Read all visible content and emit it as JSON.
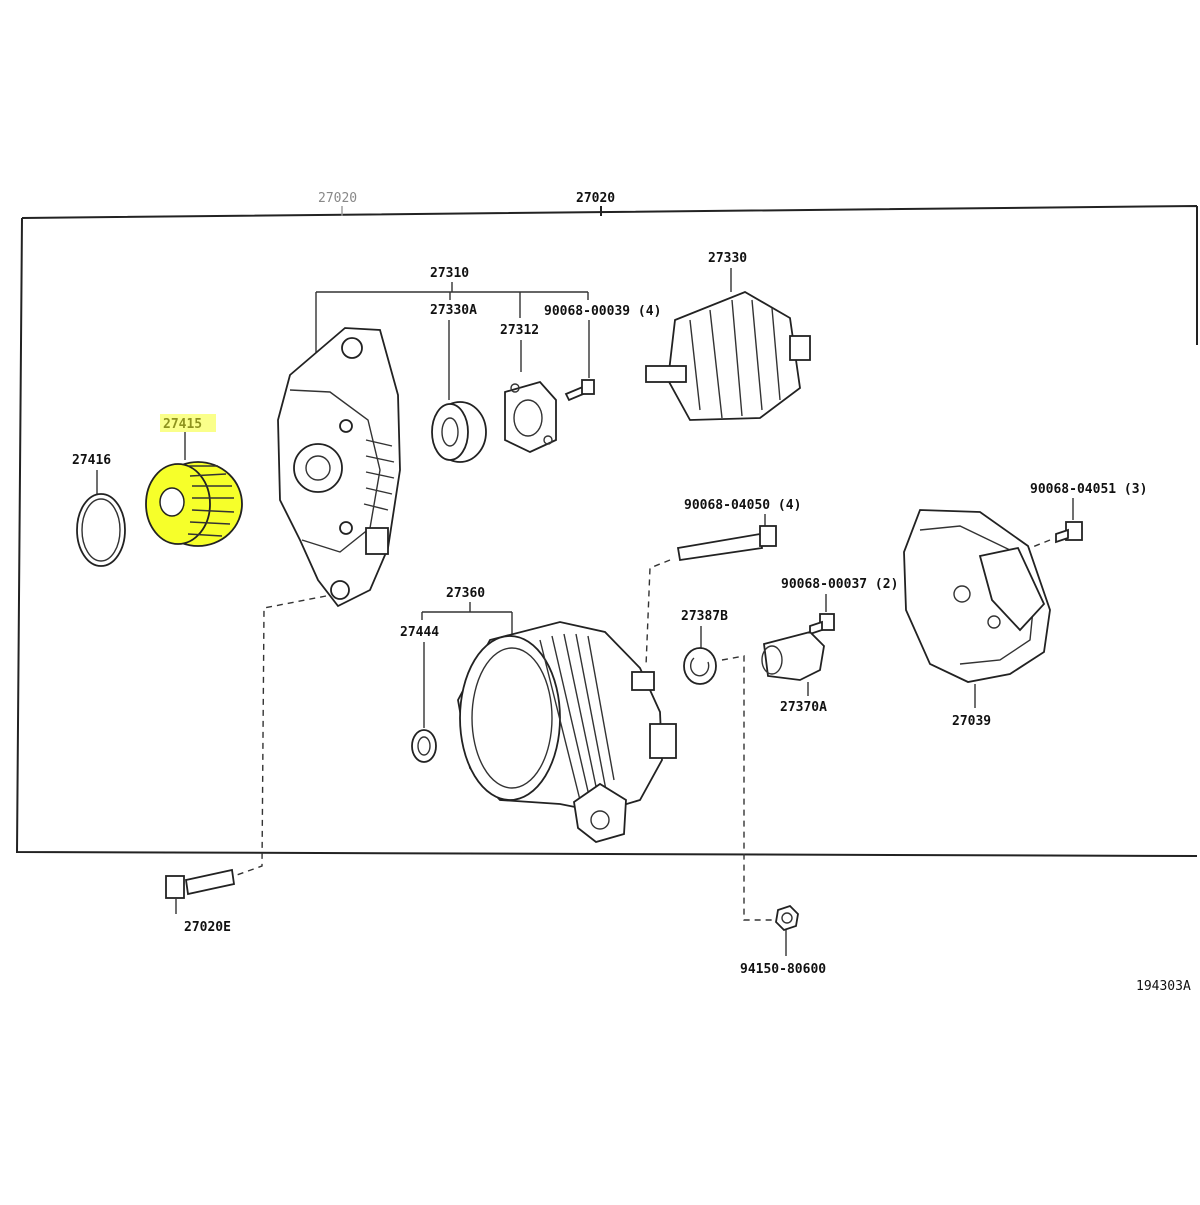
{
  "labels": {
    "assy_ghost": "27020",
    "assy": "27020",
    "frame_drive_end": "27310",
    "bearing": "27330A",
    "retainer": "27312",
    "retainer_screw": "90068-00039 (4)",
    "rotor": "27330",
    "pulley": "27415",
    "pulley_spacer": "27416",
    "long_bolt": "90068-04050 (4)",
    "rear_cover_screw": "90068-04051 (3)",
    "holder_screw": "90068-00037 (2)",
    "stator_frame": "27360",
    "insulator": "27387B",
    "washer": "27444",
    "brush_holder": "27370A",
    "rear_cover": "27039",
    "through_bolt": "27020E",
    "nut": "94150-80600",
    "figure_id": "194303A"
  },
  "highlight": {
    "part": "27415",
    "color": "#f6ff2a"
  },
  "colors": {
    "line": "#222222",
    "background": "#ffffff"
  }
}
